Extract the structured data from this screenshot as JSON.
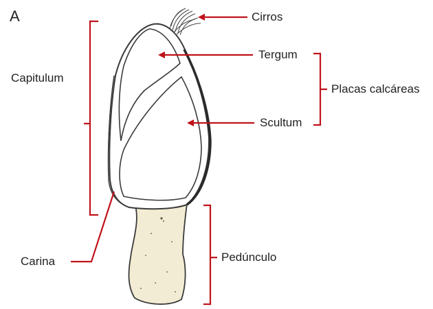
{
  "panel_letter": "A",
  "labels": {
    "cirros": "Cirros",
    "tergum": "Tergum",
    "scultum": "Scultum",
    "placas": "Placas calcáreas",
    "capitulum": "Capitulum",
    "carina": "Carina",
    "peduncle": "Pedúnculo"
  },
  "colors": {
    "accent": "#c0121a",
    "outline": "#3a3a3a",
    "shell_fill": "#ffffff",
    "suture_fill": "#ece6d6",
    "peduncle_fill": "#f3ecd4",
    "text": "#222222"
  }
}
